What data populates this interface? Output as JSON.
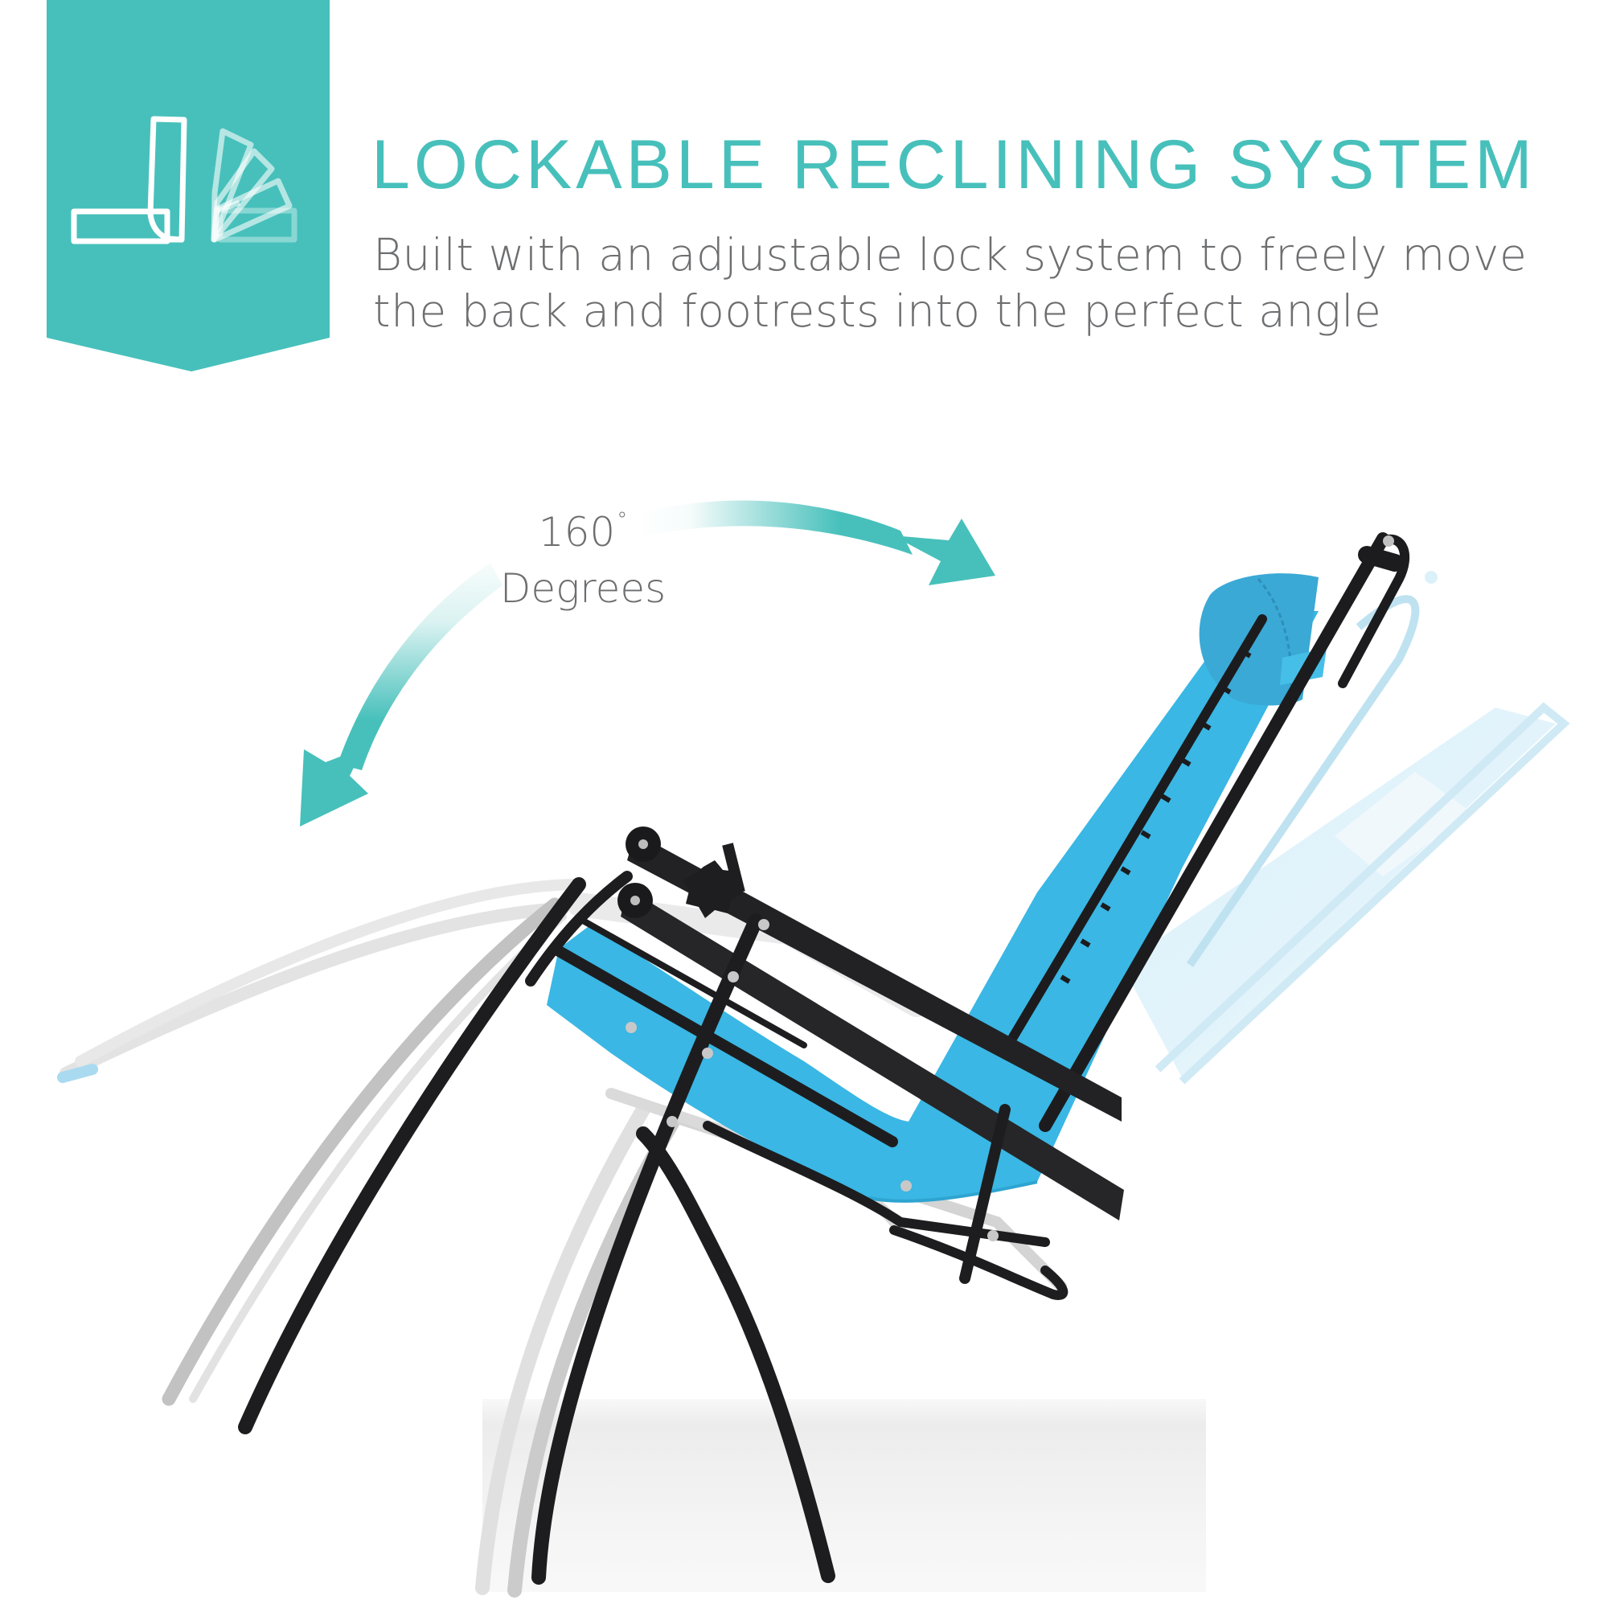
{
  "feature": {
    "icon": "recline-angles-icon",
    "title": "LOCKABLE RECLINING SYSTEM",
    "description_lines": [
      "Built with an adjustable lock system to freely move",
      "the back and footrests into the perfect angle"
    ]
  },
  "angle_indicator": {
    "value": "160",
    "unit_symbol": "°",
    "label": "Degrees",
    "arrow_icon": "double-headed-curved-arrow-icon"
  },
  "product": {
    "image": "zero-gravity-chair-reclining-sequence",
    "fabric_color": "#3ab7e4",
    "frame_color": "#1c1c1e"
  },
  "colors": {
    "accent": "#47c0bb",
    "text": "#6d6e70",
    "background": "#ffffff"
  }
}
